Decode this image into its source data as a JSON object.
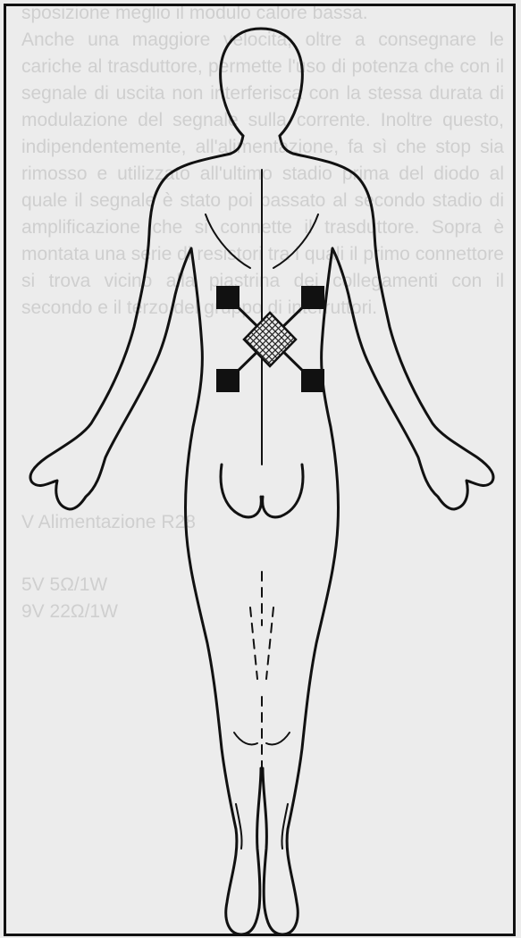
{
  "background_text": {
    "color": "#cfcfcf",
    "paragraphs": [
      "sposizione meglio il modulo calore bassa.",
      "Anche una maggiore velocità, oltre a consegnare le cariche al trasduttore, permette l'uso di potenza che con il segnale di uscita non interferisca con la stessa durata di modulazione del segnale sulla corrente. Inoltre questo, indipendentemente, all'alimentazione, fa sì che stop sia rimosso e utilizzato all'ultimo stadio prima del diodo al quale il segnale è stato poi passato al secondo stadio di amplificazione che si connette il trasduttore. Sopra è montata una serie di resistori tra i quali il primo connettore si trova vicino alla piastrina dei collegamenti con il secondo e il terzo del gruppo di interruttori.",
      "V  Alimentazione          R28",
      "5V          5Ω/1W",
      "9V          22Ω/1W"
    ]
  },
  "colors": {
    "ink": "#111111",
    "electrode_fill": "#111111",
    "overlap_hatch": "#555555"
  },
  "figure": {
    "subject": "human body, rear view",
    "electrodes": 4,
    "electrode_layout": "two crossed diagonal pairs on the lower back",
    "overlap_region": "cross-hatched diamond at the center"
  }
}
